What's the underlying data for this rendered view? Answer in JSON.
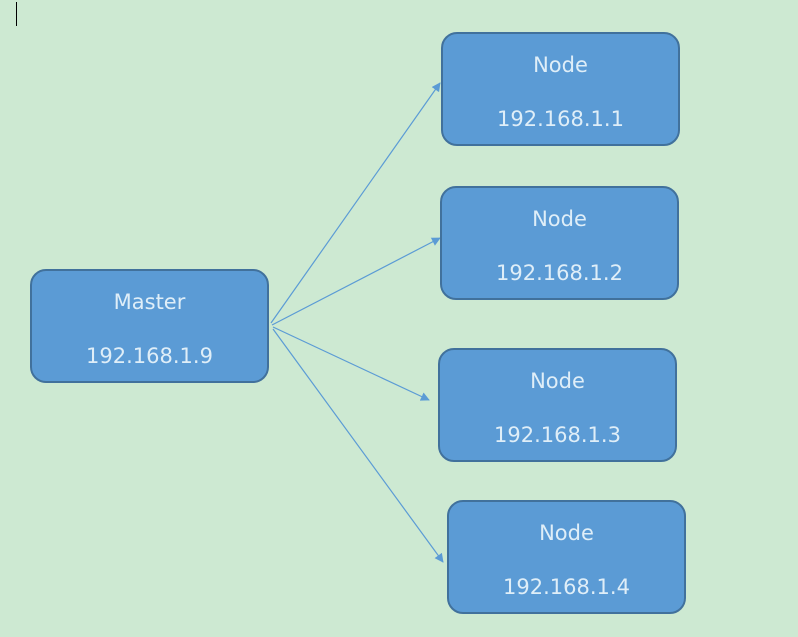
{
  "colors": {
    "background": "#cde9d2",
    "box_fill": "#5b9bd5",
    "box_border": "#41719c",
    "box_text": "#dfeef8",
    "arrow": "#5b9bd5"
  },
  "master": {
    "title": "Master",
    "ip": "192.168.1.9"
  },
  "nodes": [
    {
      "title": "Node",
      "ip": "192.168.1.1"
    },
    {
      "title": "Node",
      "ip": "192.168.1.2"
    },
    {
      "title": "Node",
      "ip": "192.168.1.3"
    },
    {
      "title": "Node",
      "ip": "192.168.1.4"
    }
  ]
}
